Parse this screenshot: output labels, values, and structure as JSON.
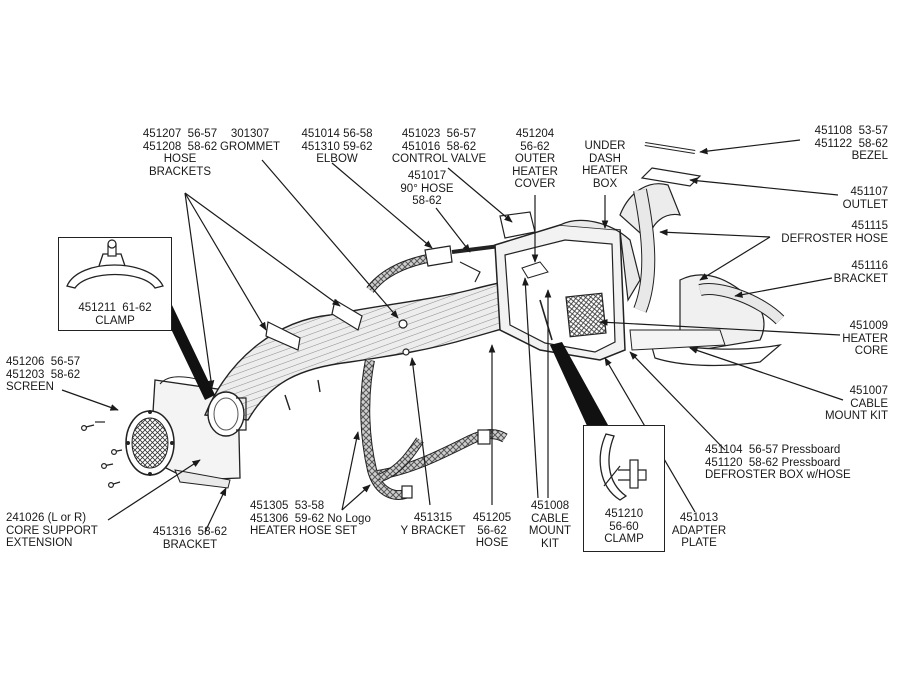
{
  "labels": {
    "hose_brackets": "451207  56-57\n451208  58-62\nHOSE\nBRACKETS",
    "grommet": "301307\nGROMMET",
    "elbow": "451014 56-58\n451310 59-62\nELBOW",
    "control_valve": "451023  56-57\n451016  58-62\nCONTROL VALVE",
    "hose_90": "451017\n90° HOSE\n58-62",
    "outer_heater_cover": "451204\n56-62\nOUTER\nHEATER\nCOVER",
    "under_dash_heater_box": "UNDER\nDASH\nHEATER\nBOX",
    "bezel": "451108  53-57\n451122  58-62\nBEZEL",
    "outlet": "451107\nOUTLET",
    "defroster_hose": "451115\nDEFROSTER HOSE",
    "bracket_451116": "451116\nBRACKET",
    "heater_core": "451009\nHEATER\nCORE",
    "cable_mount_kit_451007": "451007\nCABLE\nMOUNT KIT",
    "defroster_box": "451104  56-57 Pressboard\n451120  58-62 Pressboard\nDEFROSTER BOX w/HOSE",
    "adapter_plate": "451013\nADAPTER\nPLATE",
    "cable_mount_kit_451008": "451008\nCABLE\nMOUNT\nKIT",
    "hose_451205": "451205\n56-62\nHOSE",
    "y_bracket": "451315\nY BRACKET",
    "heater_hose_set": "451305  53-58\n451306  59-62 No Logo\nHEATER HOSE SET",
    "bracket_451316": "451316  58-62\nBRACKET",
    "core_support_extension": "241026 (L or R)\nCORE SUPPORT\nEXTENSION",
    "screen": "451206  56-57\n451203  58-62\nSCREEN"
  },
  "insets": {
    "clamp_451211": "451211  61-62\nCLAMP",
    "clamp_451210": "451210\n56-60\nCLAMP"
  },
  "colors": {
    "ink": "#1a1a1a",
    "paper": "#ffffff",
    "hose_fill": "#e6e6e6"
  }
}
